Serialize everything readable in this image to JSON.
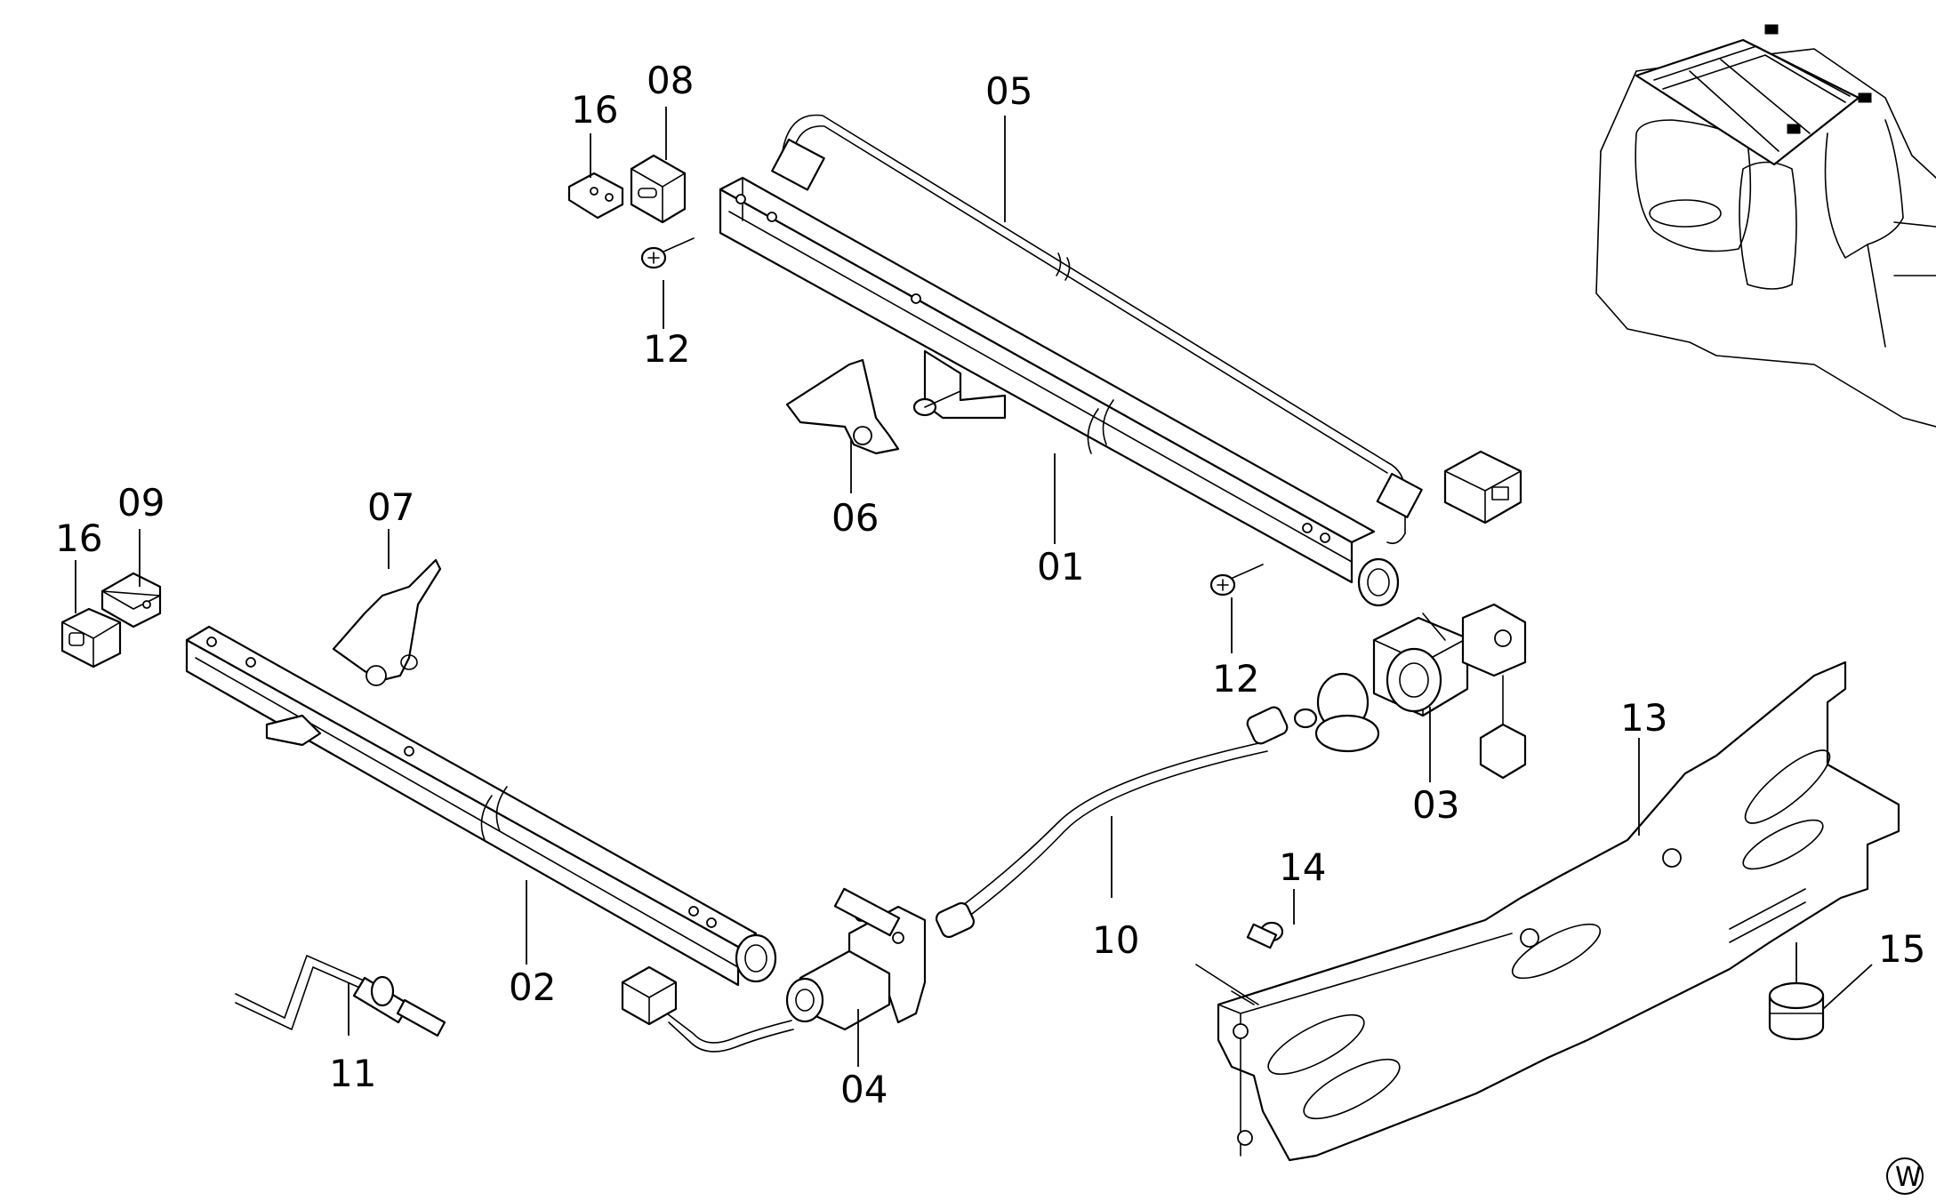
{
  "callouts": {
    "c01": "01",
    "c02": "02",
    "c03": "03",
    "c04": "04",
    "c05": "05",
    "c06": "06",
    "c07": "07",
    "c08": "08",
    "c09": "09",
    "c10": "10",
    "c11": "11",
    "c12a": "12",
    "c12b": "12",
    "c13": "13",
    "c14": "14",
    "c15": "15",
    "c16a": "16",
    "c16b": "16"
  },
  "corner_mark": "W",
  "icons": {
    "locator": "vehicle-cab-locator-icon"
  }
}
